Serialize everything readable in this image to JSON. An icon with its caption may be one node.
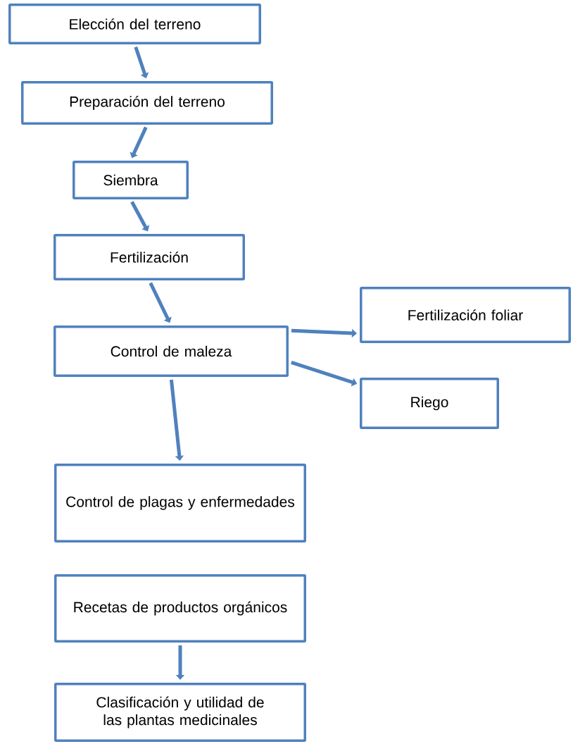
{
  "diagram": {
    "nodes": [
      {
        "text": [
          "Elección del terreno"
        ]
      },
      {
        "text": [
          "Preparación del terreno"
        ]
      },
      {
        "text": [
          "Siembra"
        ]
      },
      {
        "text": [
          "Fertilización"
        ]
      },
      {
        "text": [
          "Control de maleza"
        ]
      },
      {
        "text": [
          "Fertilización foliar"
        ]
      },
      {
        "text": [
          "Riego"
        ]
      },
      {
        "text": [
          "Control de plagas y enfermedades"
        ]
      },
      {
        "text": [
          "Recetas de productos orgánicos"
        ]
      },
      {
        "text": [
          "Clasificación y utilidad de las plantas medicinales"
        ]
      }
    ],
    "edges": [
      {
        "from": 0,
        "to": 1,
        "arrow": "to"
      },
      {
        "from": 1,
        "to": 2,
        "arrow": "to"
      },
      {
        "from": 2,
        "to": 3,
        "arrow": "to"
      },
      {
        "from": 3,
        "to": 4,
        "arrow": "to"
      },
      {
        "from": 4,
        "to": 5,
        "arrow": "to"
      },
      {
        "from": 4,
        "to": 6,
        "arrow": "to"
      },
      {
        "from": 4,
        "to": 7,
        "arrow": "to"
      },
      {
        "from": 8,
        "to": 9,
        "arrow": "to"
      }
    ]
  }
}
